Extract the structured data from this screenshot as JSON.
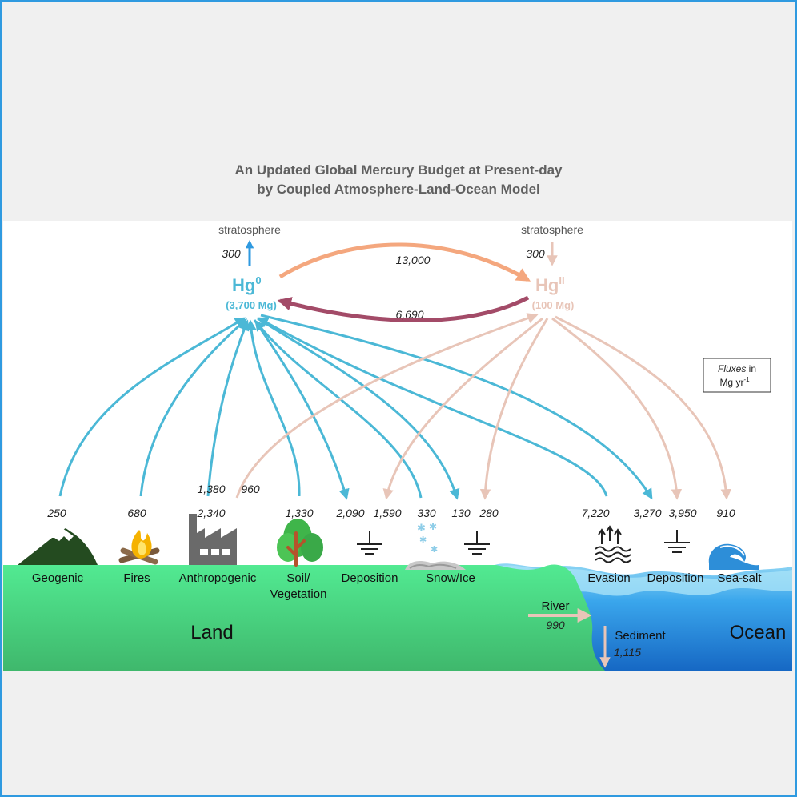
{
  "title": {
    "line1": "An Updated Global Mercury Budget at Present-day",
    "line2": "by Coupled Atmosphere-Land-Ocean Model"
  },
  "colors": {
    "hg0": "#4bb8d6",
    "hg2": "#e8c5b8",
    "oxidation": "#f4a77e",
    "reduction": "#a34b68",
    "land": "#4ee58e",
    "ocean": "#2f8ee0",
    "frame": "#2f9ae0",
    "strato_up": "#2f9ae0"
  },
  "species": {
    "hg0": {
      "label": "Hg",
      "sup": "0",
      "mass": "(3,700 Mg)"
    },
    "hg2": {
      "label": "Hg",
      "sup": "II",
      "mass": "(100 Mg)"
    }
  },
  "stratosphere": {
    "left_label": "stratosphere",
    "left_value": "300",
    "right_label": "stratosphere",
    "right_value": "300"
  },
  "exchange": {
    "oxidation": "13,000",
    "reduction": "6,690"
  },
  "legend": {
    "italic": "Fluxes",
    "rest": " in",
    "unit": "Mg yr",
    "unit_sup": "-1"
  },
  "fluxes": {
    "geogenic": "250",
    "fires": "680",
    "anthro_hg0": "2,340",
    "anthro_hg2": "960",
    "anthro_upper": "1,380",
    "soil": "1,330",
    "land_dep_hg0": "2,090",
    "land_dep_hg2": "1,590",
    "snow_emission": "330",
    "snow_dep_hg0": "130",
    "snow_dep_hg2": "280",
    "evasion": "7,220",
    "ocean_dep_hg0": "3,270",
    "ocean_dep_hg2": "3,950",
    "seasalt": "910",
    "river": "990",
    "sediment": "1,115"
  },
  "labels": {
    "geogenic": "Geogenic",
    "fires": "Fires",
    "anthropogenic": "Anthropogenic",
    "soil1": "Soil/",
    "soil2": "Vegetation",
    "deposition_land": "Deposition",
    "snow": "Snow/Ice",
    "evasion": "Evasion",
    "deposition_ocean": "Deposition",
    "seasalt": "Sea-salt",
    "river": "River",
    "sediment": "Sediment",
    "land": "Land",
    "ocean": "Ocean"
  },
  "icons": [
    "mountain-icon",
    "fire-icon",
    "factory-icon",
    "tree-icon",
    "ground-icon",
    "snowflake-icon",
    "evasion-icon",
    "wave-icon"
  ]
}
